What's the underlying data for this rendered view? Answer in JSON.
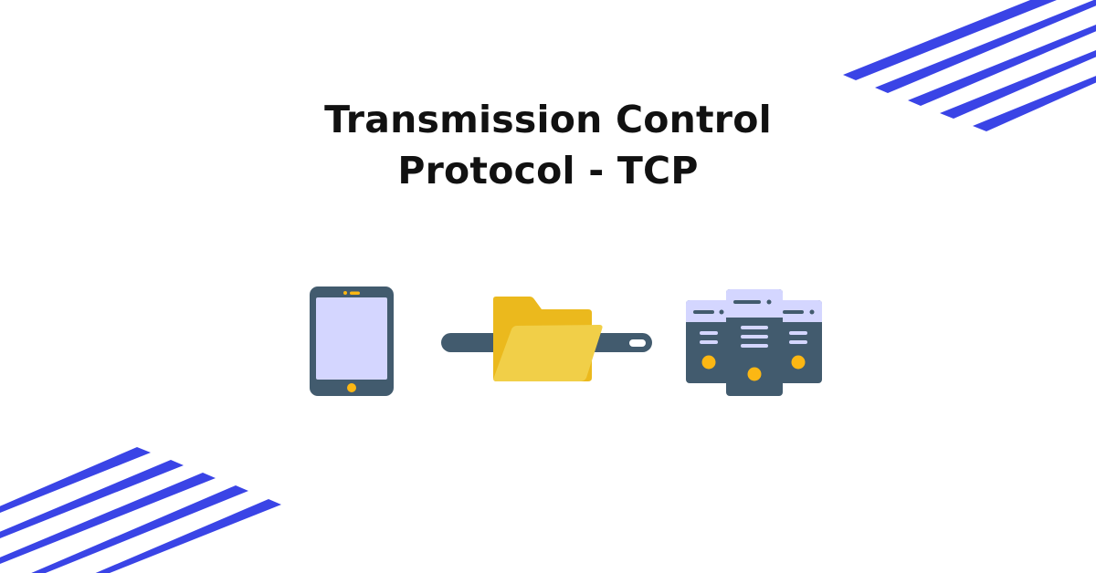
{
  "title": {
    "line1": "Transmission Control",
    "line2": "Protocol - TCP"
  },
  "diagram": {
    "nodes": [
      {
        "id": "client",
        "icon": "tablet-icon",
        "label": "Client device"
      },
      {
        "id": "transfer",
        "icon": "folder-transfer-icon",
        "label": "Data transfer"
      },
      {
        "id": "server",
        "icon": "server-cluster-icon",
        "label": "Servers"
      }
    ]
  },
  "colors": {
    "stripe": "#3a44e6",
    "dark_slate": "#425b6e",
    "lavender": "#d4d6ff",
    "accent_yellow": "#fcb713",
    "folder_back": "#ebb91d",
    "folder_front": "#f1cf48",
    "text": "#111111",
    "background": "#ffffff"
  },
  "decorations": {
    "top_right_stripes": 5,
    "bottom_left_stripes": 5
  }
}
